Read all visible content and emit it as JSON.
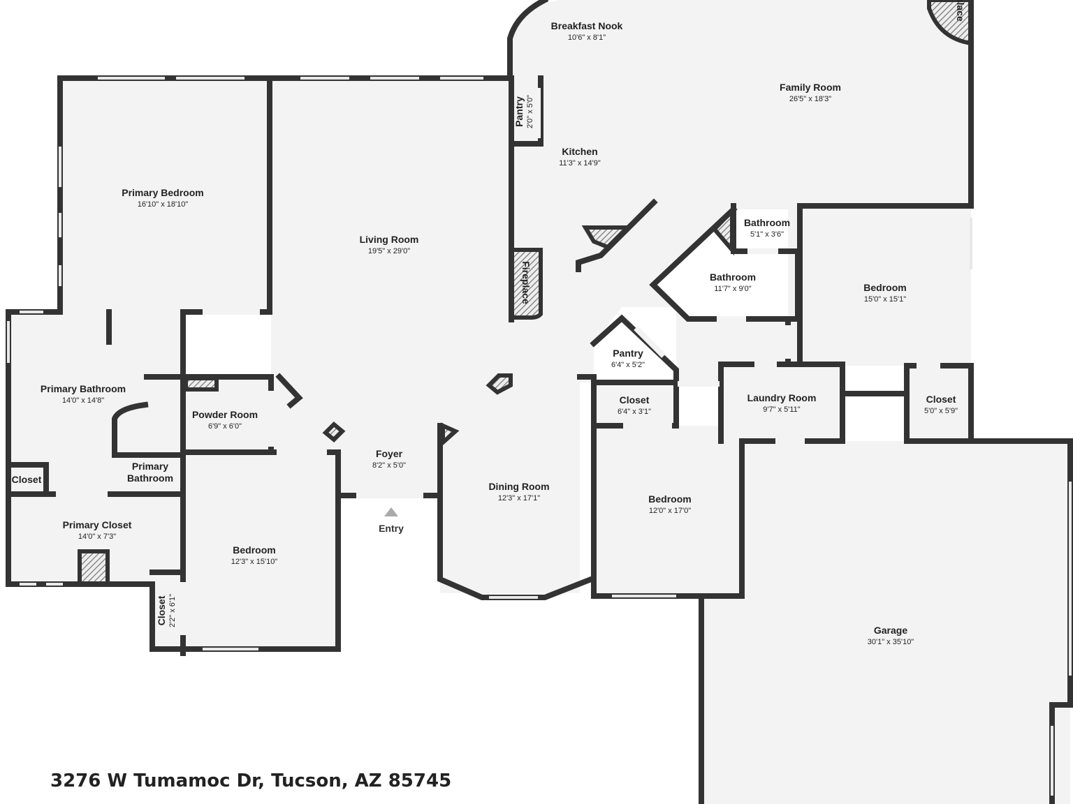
{
  "address": "3276 W Tumamoc Dr, Tucson, AZ 85745",
  "entry_label": "Entry",
  "colors": {
    "floor": "#f3f3f3",
    "wall": "#333333",
    "hatch": "#888888",
    "background": "#ffffff"
  },
  "rooms": {
    "breakfast_nook": {
      "name": "Breakfast Nook",
      "dims": "10'6\" x 8'1\""
    },
    "family_room": {
      "name": "Family Room",
      "dims": "26'5\" x 18'3\""
    },
    "fireplace_top": {
      "name": "Fireplace"
    },
    "pantry_kitchen": {
      "name": "Pantry",
      "dims": "2'0\" x 5'0\""
    },
    "kitchen": {
      "name": "Kitchen",
      "dims": "11'3\" x 14'9\""
    },
    "primary_bedroom": {
      "name": "Primary Bedroom",
      "dims": "16'10\" x 18'10\""
    },
    "living_room": {
      "name": "Living Room",
      "dims": "19'5\" x 29'0\""
    },
    "fireplace_living": {
      "name": "Fireplace"
    },
    "bathroom_small": {
      "name": "Bathroom",
      "dims": "5'1\" x 3'6\""
    },
    "bathroom_main": {
      "name": "Bathroom",
      "dims": "11'7\" x 9'0\""
    },
    "bedroom_east": {
      "name": "Bedroom",
      "dims": "15'0\" x 15'1\""
    },
    "pantry_hall": {
      "name": "Pantry",
      "dims": "6'4\" x 5'2\""
    },
    "primary_bathroom": {
      "name": "Primary Bathroom",
      "dims": "14'0\" x 14'8\""
    },
    "powder_room": {
      "name": "Powder Room",
      "dims": "6'9\" x 6'0\""
    },
    "closet_hall": {
      "name": "Closet",
      "dims": "6'4\" x 3'1\""
    },
    "laundry_room": {
      "name": "Laundry Room",
      "dims": "9'7\" x 5'11\""
    },
    "closet_east": {
      "name": "Closet",
      "dims": "5'0\" x 5'9\""
    },
    "foyer": {
      "name": "Foyer",
      "dims": "8'2\" x 5'0\""
    },
    "primary_bathroom_wc": {
      "name_line1": "Primary",
      "name_line2": "Bathroom"
    },
    "closet_small": {
      "name": "Closet"
    },
    "dining_room": {
      "name": "Dining Room",
      "dims": "12'3\" x 17'1\""
    },
    "bedroom_center": {
      "name": "Bedroom",
      "dims": "12'0\" x 17'0\""
    },
    "primary_closet": {
      "name": "Primary Closet",
      "dims": "14'0\" x 7'3\""
    },
    "bedroom_south": {
      "name": "Bedroom",
      "dims": "12'3\" x 15'10\""
    },
    "closet_vertical": {
      "name": "Closet",
      "dims": "2'2\" x 6'1\""
    },
    "garage": {
      "name": "Garage",
      "dims": "30'1\" x 35'10\""
    }
  }
}
